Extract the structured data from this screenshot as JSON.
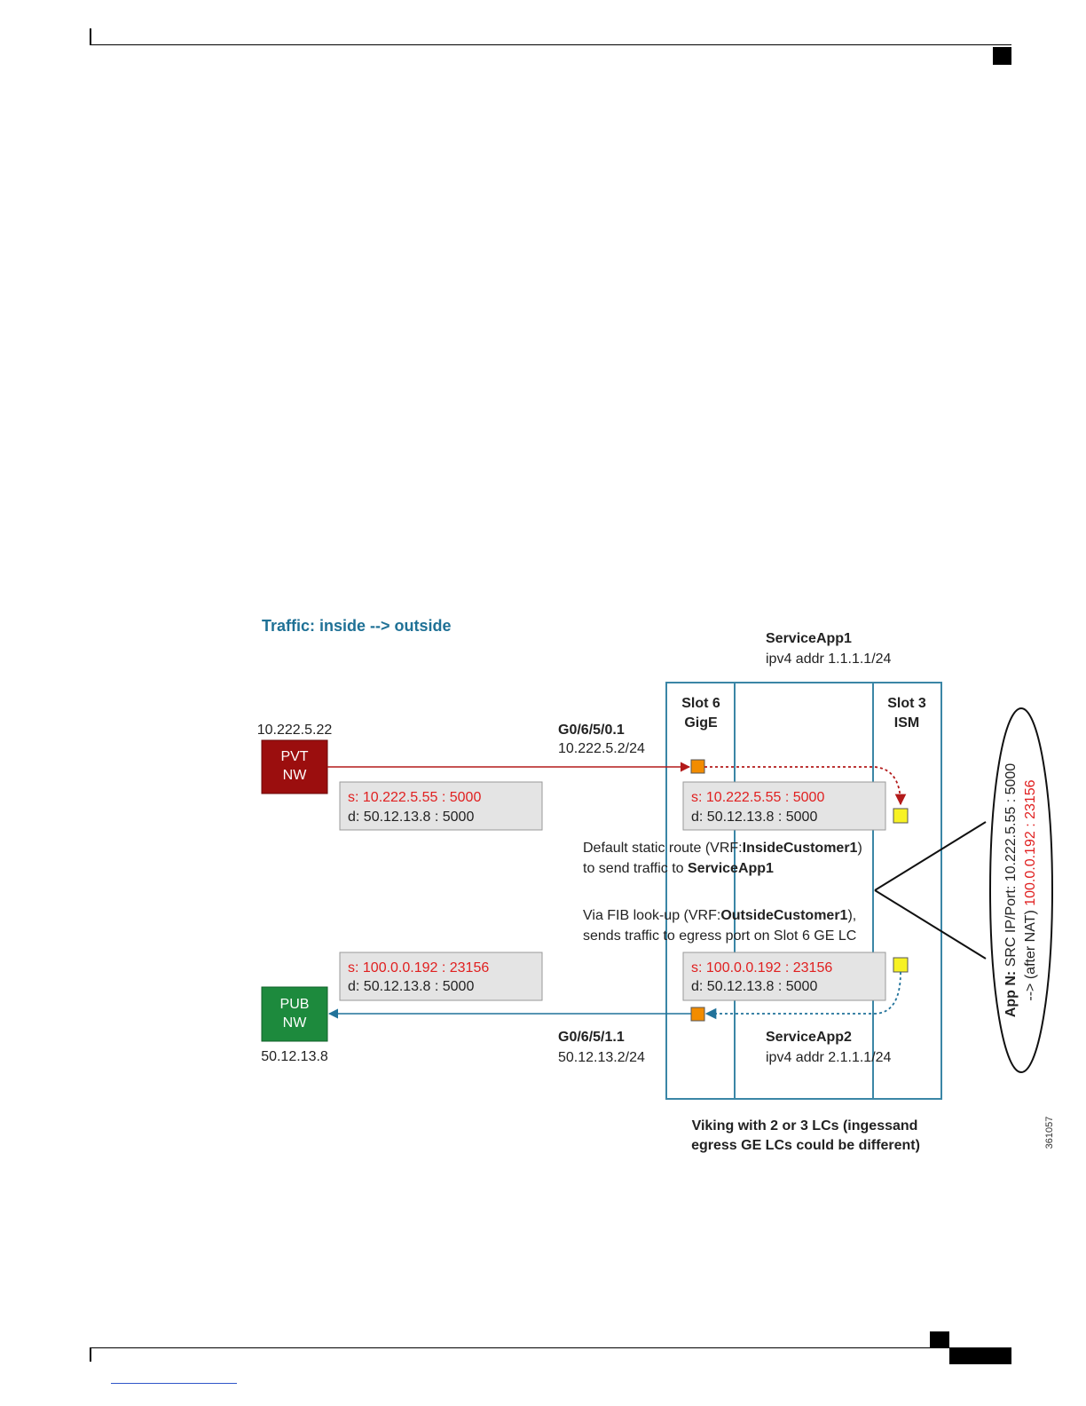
{
  "diagram": {
    "title": "Traffic: inside --> outside",
    "service_app1": {
      "name": "ServiceApp1",
      "addr": "ipv4 addr 1.1.1.1/24"
    },
    "service_app2": {
      "name": "ServiceApp2",
      "addr": "ipv4 addr 2.1.1.1/24"
    },
    "slot6": {
      "line1": "Slot 6",
      "line2": "GigE"
    },
    "slot3": {
      "line1": "Slot 3",
      "line2": "ISM"
    },
    "pvt": {
      "ip": "10.222.5.22",
      "line1": "PVT",
      "line2": "NW"
    },
    "pub": {
      "ip": "50.12.13.8",
      "line1": "PUB",
      "line2": "NW"
    },
    "if_in": {
      "name": "G0/6/5/0.1",
      "addr": "10.222.5.2/24"
    },
    "if_out": {
      "name": "G0/6/5/1.1",
      "addr": "50.12.13.2/24"
    },
    "packet_in_left": {
      "s": "s: 10.222.5.55 : 5000",
      "d": "d: 50.12.13.8 : 5000"
    },
    "packet_in_right": {
      "s": "s: 10.222.5.55 : 5000",
      "d": "d: 50.12.13.8 : 5000"
    },
    "packet_out_left": {
      "s": "s: 100.0.0.192 : 23156",
      "d": "d: 50.12.13.8 : 5000"
    },
    "packet_out_right": {
      "s": "s: 100.0.0.192 : 23156",
      "d": "d: 50.12.13.8 : 5000"
    },
    "route1": {
      "l1_pre": "Default static route (VRF:",
      "l1_bold": "InsideCustomer1",
      "l1_post": ")",
      "l2_pre": "to send traffic to ",
      "l2_bold": "ServiceApp1"
    },
    "route2": {
      "l1_pre": "Via FIB look-up (VRF:",
      "l1_bold": "OutsideCustomer1",
      "l1_post": "),",
      "l2": "sends traffic to egress port on Slot 6 GE LC"
    },
    "app_note": {
      "bold": "App N:",
      "l1_rest": " SRC IP/Port: 10.222.5.55 : 5000",
      "l2_pre": "--> (after NAT) ",
      "l2_red": "100.0.0.192 : 23156"
    },
    "caption": {
      "l1": "Viking with 2 or 3 LCs (ingessand",
      "l2": "egress GE LCs could be different)"
    },
    "figure_id": "361057",
    "colors": {
      "title_blue": "#1f7196",
      "pvt_red": "#9b0e0e",
      "pub_green": "#1d8a3d",
      "frame_blue": "#3b86a6",
      "arrow_red": "#b31a1a",
      "arrow_blue": "#21729a",
      "port_orange": "#f28c00",
      "port_yellow": "#f7f224",
      "text_red": "#e02020"
    }
  }
}
